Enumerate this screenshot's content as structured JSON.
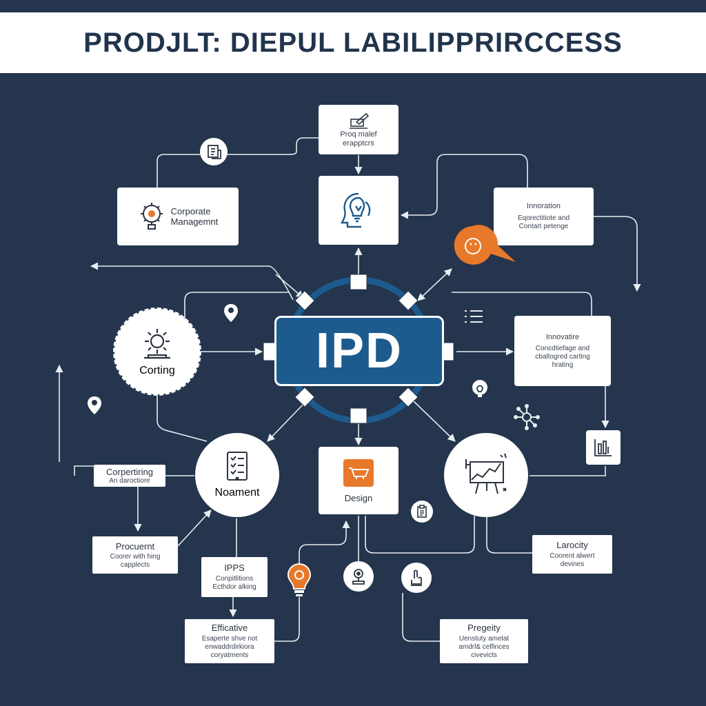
{
  "title": "PRODJLT: DIEPUL LABILIPPRIRCCESS",
  "hub": {
    "label": "IPD"
  },
  "nodes": {
    "top_box": {
      "line1": "Proq malef",
      "line2": "erapptcrs"
    },
    "corporate_management": {
      "line1": "Corporate",
      "line2": "Managemnt"
    },
    "innovation": {
      "title": "Innoration",
      "line1": "Eqorectitiote and",
      "line2": "Contart petenge"
    },
    "corting": {
      "label": "Corting"
    },
    "innovatire": {
      "title": "Innovatire",
      "line1": "Concdtiefage and",
      "line2": "cbaltogred carting",
      "line3": "hrating"
    },
    "corperting": {
      "title": "Corpertiring",
      "line1": "An daroctiore"
    },
    "noament": {
      "label": "Noament"
    },
    "design": {
      "label": "Design"
    },
    "procuernt": {
      "title": "Procuernt",
      "line1": "Coorer with hing",
      "line2": "capplects"
    },
    "ipps": {
      "title": "IPPS",
      "line1": "Conpitlitions",
      "line2": "Ecthdor alking"
    },
    "larocity": {
      "title": "Larocity",
      "line1": "Coorent alwert",
      "line2": "devines"
    },
    "effictive": {
      "title": "Efficative",
      "line1": "Esaperte shve not",
      "line2": "enwaddrdirkiora",
      "line3": "coryatments"
    },
    "pregeity": {
      "title": "Pregeity",
      "line1": "Uenstuty amelat",
      "line2": "amdrl& celfinces",
      "line3": "civevicts"
    }
  },
  "colors": {
    "background": "#24354d",
    "hub": "#1d5b8e",
    "accent": "#e8782a",
    "ink": "#2b3340",
    "line": "#e9edf2"
  },
  "icons": [
    "signature-icon",
    "lightbulb-head-icon",
    "gear-bulb-icon",
    "gear-icon",
    "checklist-icon",
    "cart-icon",
    "chart-board-icon",
    "chat-bubble-icon",
    "location-pin-icon",
    "list-icon",
    "bulb-icon",
    "network-icon",
    "bar-chart-icon",
    "document-icon",
    "hand-icon"
  ]
}
